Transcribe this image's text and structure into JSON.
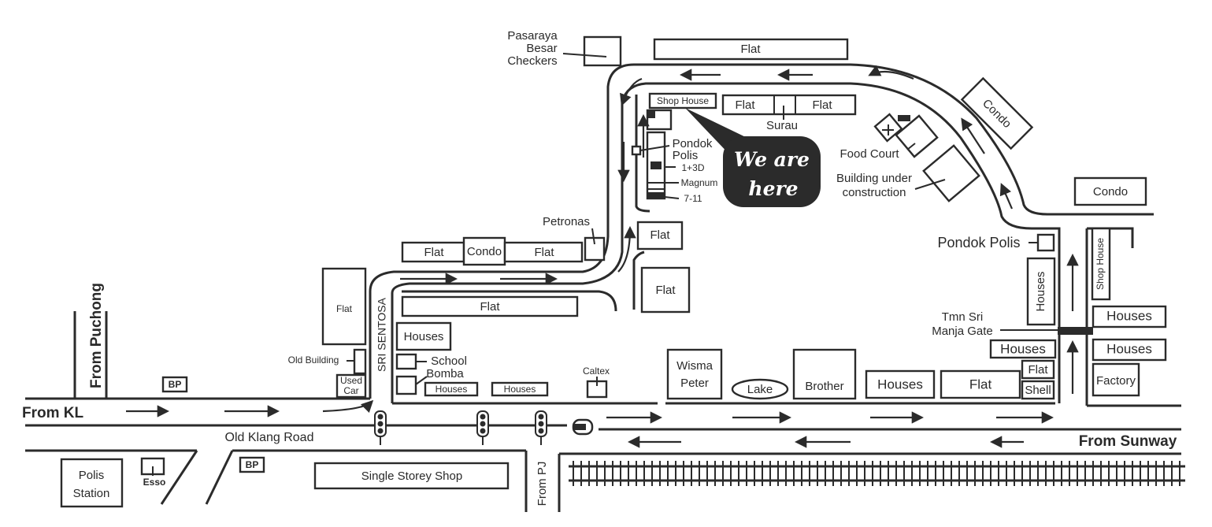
{
  "colors": {
    "ink": "#2b2b2b",
    "paper": "#ffffff",
    "callout": "#2b2b2b",
    "callout_text": "#ffffff"
  },
  "roads": {
    "from_kl": "From KL",
    "from_puchong": "From Puchong",
    "old_klang_road": "Old Klang Road",
    "from_sunway": "From Sunway",
    "from_pj": "From PJ",
    "sri_sentosa": "SRI SENTOSA"
  },
  "buildings": {
    "pasaraya_1": "Pasaraya",
    "pasaraya_2": "Besar",
    "pasaraya_3": "Checkers",
    "flat_top": "Flat",
    "shop_house_top": "Shop House",
    "flat_a": "Flat",
    "flat_b": "Flat",
    "surau": "Surau",
    "pondok_polis_1": "Pondok",
    "pondok_polis_2": "Polis",
    "one_plus_3d": "1+3D",
    "magnum": "Magnum",
    "seven_eleven": "7-11",
    "we_are_here_1": "We are",
    "we_are_here_2": "here",
    "food_court": "Food Court",
    "building_uc_1": "Building under",
    "building_uc_2": "construction",
    "condo_diag": "Condo",
    "condo_right": "Condo",
    "pondok_polis_right": "Pondok Polis",
    "houses_vertical": "Houses",
    "shop_house_vertical": "Shop House",
    "tmn_gate_1": "Tmn Sri",
    "tmn_gate_2": "Manja Gate",
    "houses_r1": "Houses",
    "houses_r2": "Houses",
    "houses_r3": "Houses",
    "flat_small_r": "Flat",
    "shell": "Shell",
    "factory": "Factory",
    "houses_bottom_r": "Houses",
    "flat_bottom_r": "Flat",
    "brother": "Brother",
    "lake": "Lake",
    "wisma_1": "Wisma",
    "wisma_2": "Peter",
    "caltex": "Caltex",
    "petronas": "Petronas",
    "flat_mid1": "Flat",
    "flat_mid2": "Flat",
    "flat_row_left": "Flat",
    "condo_row": "Condo",
    "flat_row_right": "Flat",
    "flat_long": "Flat",
    "flat_tall": "Flat",
    "houses_left": "Houses",
    "school": "School",
    "bomba": "Bomba",
    "houses_s1": "Houses",
    "houses_s2": "Houses",
    "old_building": "Old Building",
    "used_car_1": "Used",
    "used_car_2": "Car",
    "bp_1": "BP",
    "bp_2": "BP",
    "esso": "Esso",
    "polis_1": "Polis",
    "polis_2": "Station",
    "single_storey": "Single Storey Shop"
  }
}
